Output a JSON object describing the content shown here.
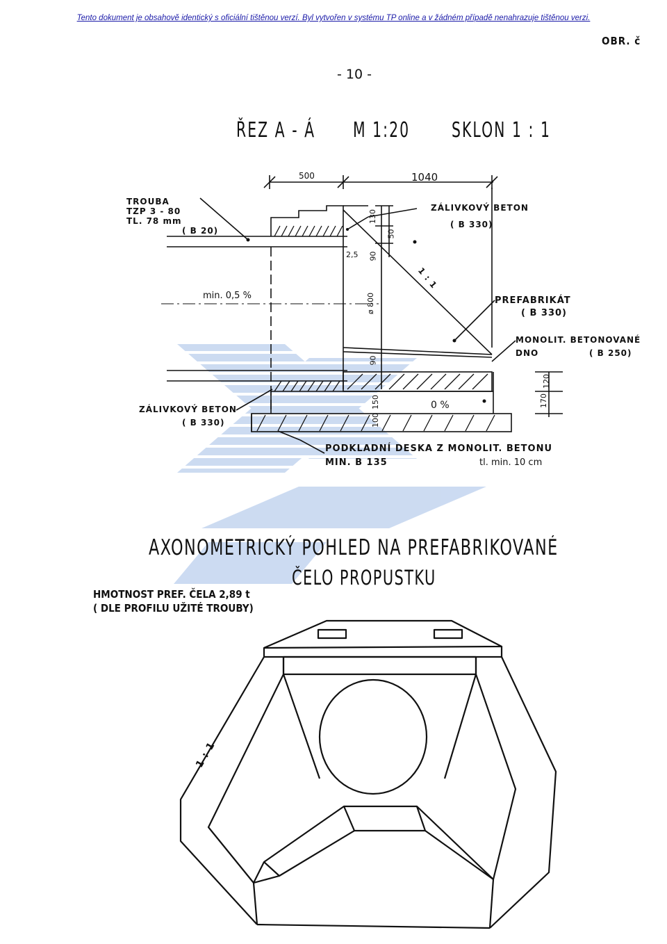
{
  "header": {
    "banner": "Tento dokument je obsahově identický s oficiální tištěnou verzí. Byl vytvořen v systému TP online a v žádném případě nenahrazuje tištěnou verzi.",
    "figure_ref": "OBR. č",
    "page_number": "- 10 -"
  },
  "section": {
    "title": "ŘEZ  A - Á",
    "scale": "M 1:20",
    "slope": "SKLON  1 : 1",
    "dimensions": {
      "d500": "500",
      "d1040": "1040",
      "d130": "130",
      "d50": "50",
      "d25": "2,5",
      "d90a": "90",
      "d800": "ø 800",
      "d90b": "90",
      "d150": "150",
      "d100": "100",
      "d120": "120",
      "d170": "170"
    },
    "labels": {
      "trouba_1": "TROUBA",
      "trouba_2": "TZP 3 - 80",
      "trouba_3": "TL. 78 mm",
      "trouba_4": "( B 20)",
      "zalivkovy_top_1": "ZÁLIVKOVÝ  BETON",
      "zalivkovy_top_2": "( B  330)",
      "slope_mark": "1 : 1",
      "min_slope": "min. 0,5 %",
      "prefabrikat_1": "PREFABRIKÁT",
      "prefabrikat_2": "( B  330)",
      "monolit_1": "MONOLIT. BETONOVANÉ",
      "monolit_2": "DNO",
      "monolit_3": "( B  250)",
      "zero_slope": "0 %",
      "zalivkovy_bottom_1": "ZÁLIVKOVÝ  BETON",
      "zalivkovy_bottom_2": "( B  330)",
      "podklad_1": "PODKLADNÍ  DESKA    Z  MONOLIT. BETONU",
      "podklad_2": "MIN.  B  135",
      "podklad_3": "tl.  min.  10 cm"
    }
  },
  "axonometric": {
    "title_1": "AXONOMETRICKÝ  POHLED  NA  PREFABRIKOVANÉ",
    "title_2": "ČELO  PROPUSTKU",
    "weight_1": "HMOTNOST  PREF. ČELA   2,89 t",
    "weight_2": "( DLE  PROFILU  UŽITÉ  TROUBY)",
    "slope_mark": "1 : 1"
  },
  "colors": {
    "ink": "#111111",
    "watermark": "#7f9fd6",
    "banner": "#1a1aa8"
  }
}
